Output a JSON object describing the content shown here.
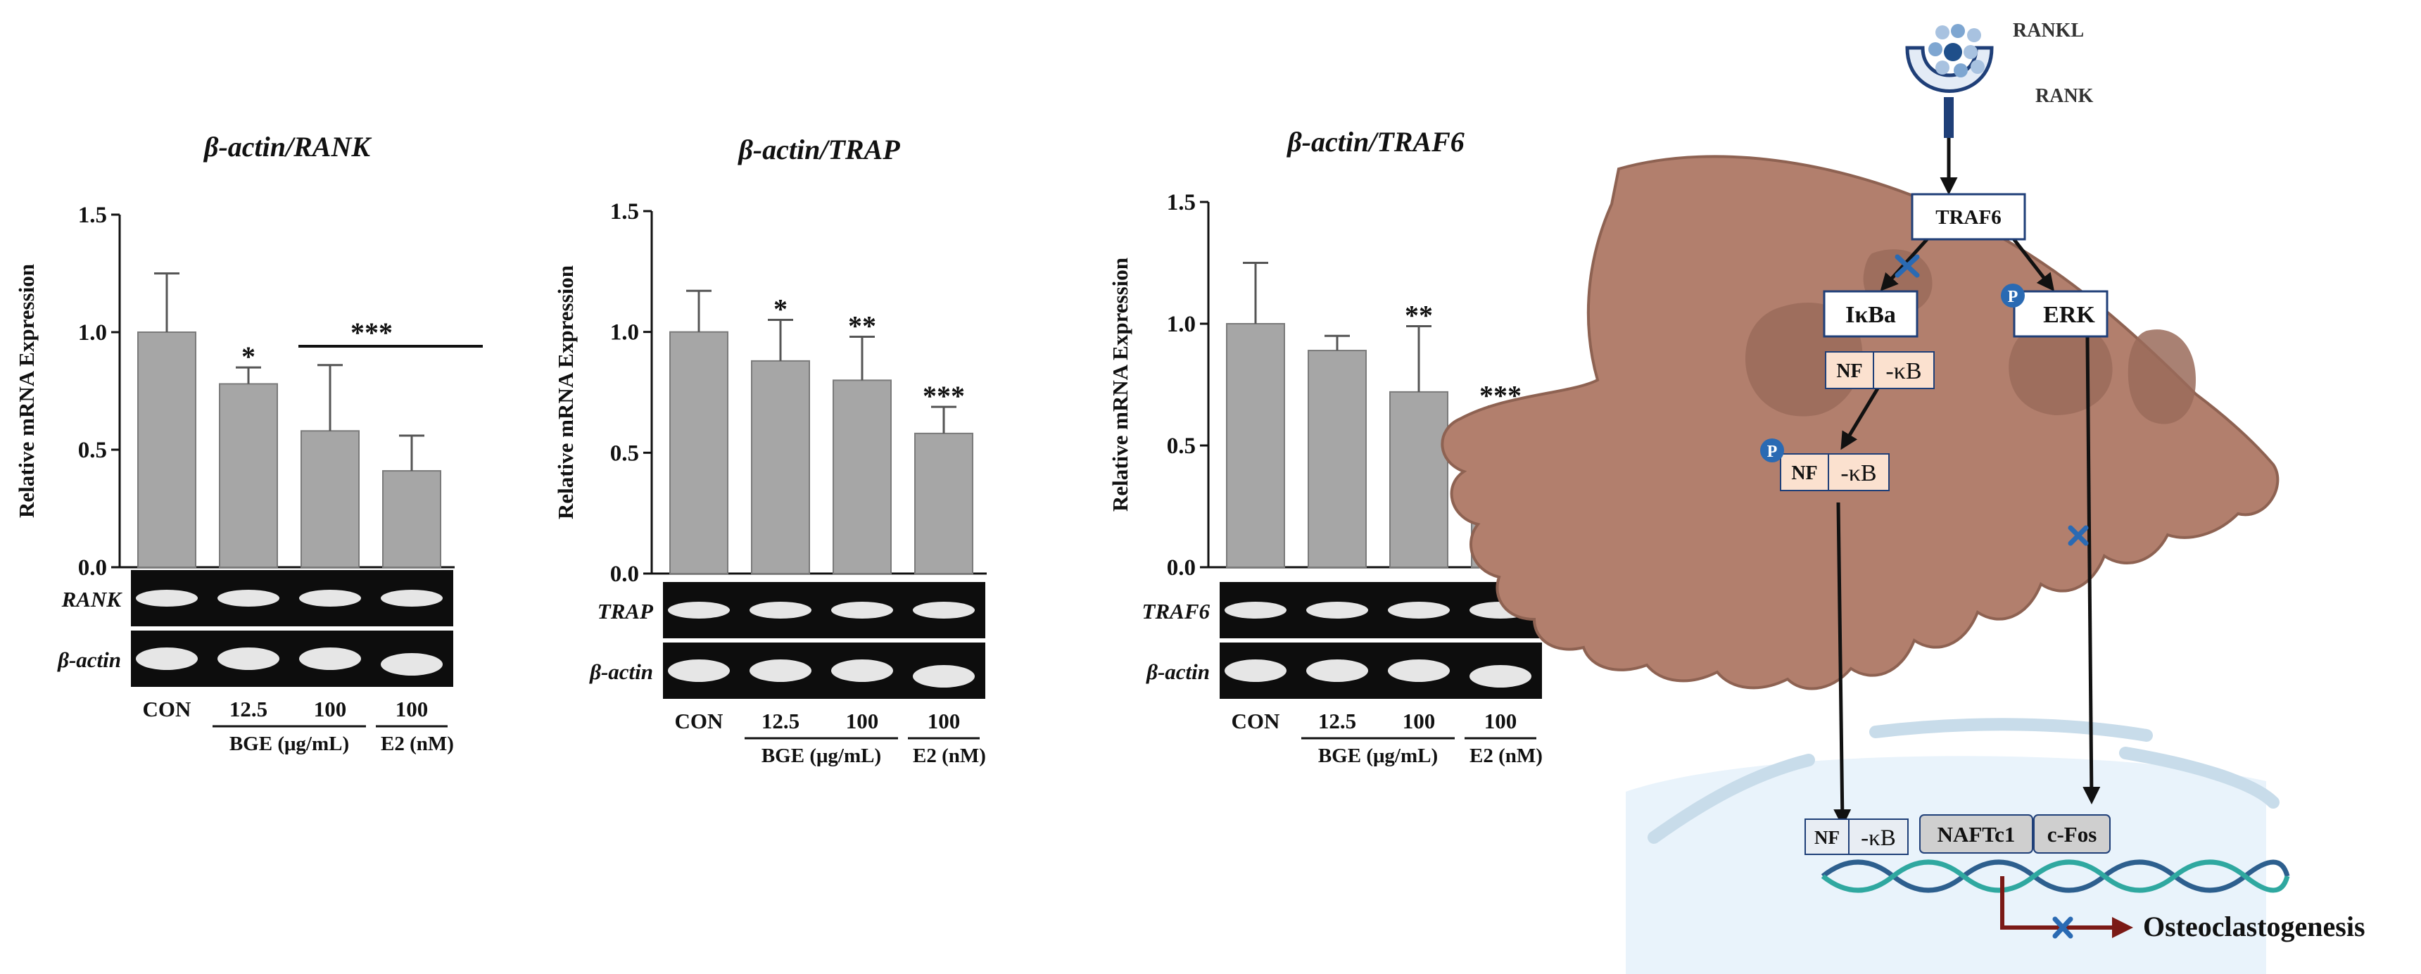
{
  "chart_data": [
    {
      "type": "bar",
      "title": "β-actin/RANK",
      "ylabel": "Relative mRNA Expression",
      "ylim": [
        0,
        1.5
      ],
      "yticks": [
        "0.0",
        "0.5",
        "1.0",
        "1.5"
      ],
      "categories": [
        "CON",
        "12.5",
        "100",
        "100"
      ],
      "values": [
        1.0,
        0.78,
        0.58,
        0.41
      ],
      "errors": [
        0.25,
        0.07,
        0.28,
        0.15
      ],
      "significance": [
        "",
        "*",
        "***",
        ""
      ],
      "group_labels": [
        "BGE (μg/mL)",
        "E2 (nM)"
      ],
      "gel_labels": [
        "RANK",
        "β-actin"
      ]
    },
    {
      "type": "bar",
      "title": "β-actin/TRAP",
      "ylabel": "Relative mRNA Expression",
      "ylim": [
        0,
        1.5
      ],
      "yticks": [
        "0.0",
        "0.5",
        "1.0",
        "1.5"
      ],
      "categories": [
        "CON",
        "12.5",
        "100",
        "100"
      ],
      "values": [
        1.0,
        0.88,
        0.8,
        0.58
      ],
      "errors": [
        0.17,
        0.17,
        0.18,
        0.11
      ],
      "significance": [
        "",
        "*",
        "**",
        "***"
      ],
      "group_labels": [
        "BGE (μg/mL)",
        "E2 (nM)"
      ],
      "gel_labels": [
        "TRAP",
        "β-actin"
      ]
    },
    {
      "type": "bar",
      "title": "β-actin/TRAF6",
      "ylabel": "Relative mRNA Expression",
      "ylim": [
        0,
        1.5
      ],
      "yticks": [
        "0.0",
        "0.5",
        "1.0",
        "1.5"
      ],
      "categories": [
        "CON",
        "12.5",
        "100",
        "100"
      ],
      "values": [
        1.0,
        0.89,
        0.72,
        0.51
      ],
      "errors": [
        0.25,
        0.06,
        0.27,
        0.15
      ],
      "significance": [
        "",
        "",
        "**",
        "***"
      ],
      "group_labels": [
        "BGE (μg/mL)",
        "E2 (nM)"
      ],
      "gel_labels": [
        "TRAF6",
        "β-actin"
      ]
    }
  ],
  "pathway": {
    "rankl": "RANKL",
    "rank": "RANK",
    "traf6": "TRAF6",
    "ikba": "IκBa",
    "erk": "ERK",
    "nf": "NF",
    "kb": "-κB",
    "phospho": "P",
    "naftc1": "NAFTc1",
    "cfos": "c-Fos",
    "outcome": "Osteoclastogenesis"
  },
  "colors": {
    "bar": "#a6a6a6",
    "cell": "#b27f6d",
    "cell_dark": "#986a5b",
    "nucleus": "#e9f3fb",
    "nuclear_membrane": "#c8dcea",
    "inhibit": "#2a6ab3",
    "phospho": "#2a6ab3",
    "outcome_arrow": "#7b1a16"
  }
}
